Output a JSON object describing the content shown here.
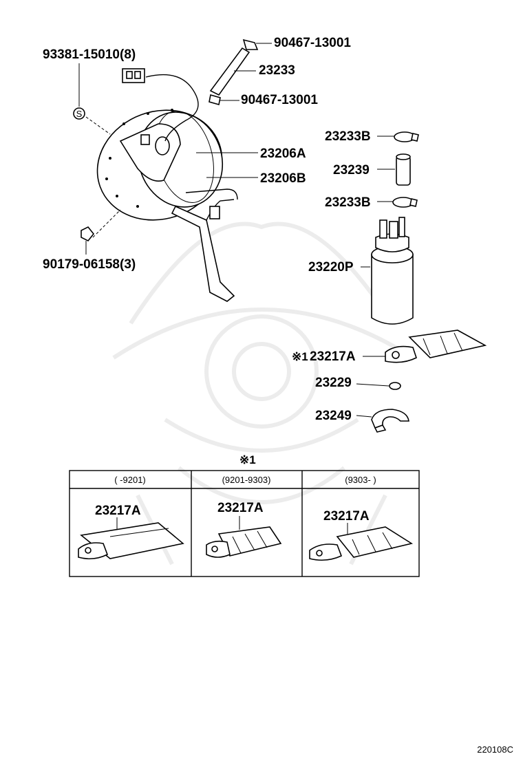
{
  "labels": {
    "p93381": "93381-15010(8)",
    "p90467_top": "90467-13001",
    "p23233": "23233",
    "p90467_bot": "90467-13001",
    "p23233B_top": "23233B",
    "p23206A": "23206A",
    "p23239": "23239",
    "p23206B": "23206B",
    "p23233B_bot": "23233B",
    "p90179": "90179-06158(3)",
    "p23220P": "23220P",
    "mark1": "※1",
    "p23217A": "23217A",
    "p23229": "23229",
    "p23249": "23249",
    "s_symbol": "S"
  },
  "table": {
    "title": "※1",
    "columns": [
      {
        "header": "(        -9201)",
        "part": "23217A"
      },
      {
        "header": "(9201-9303)",
        "part": "23217A"
      },
      {
        "header": "(9303-        )",
        "part": "23217A"
      }
    ]
  },
  "catalog_code": "220108C"
}
